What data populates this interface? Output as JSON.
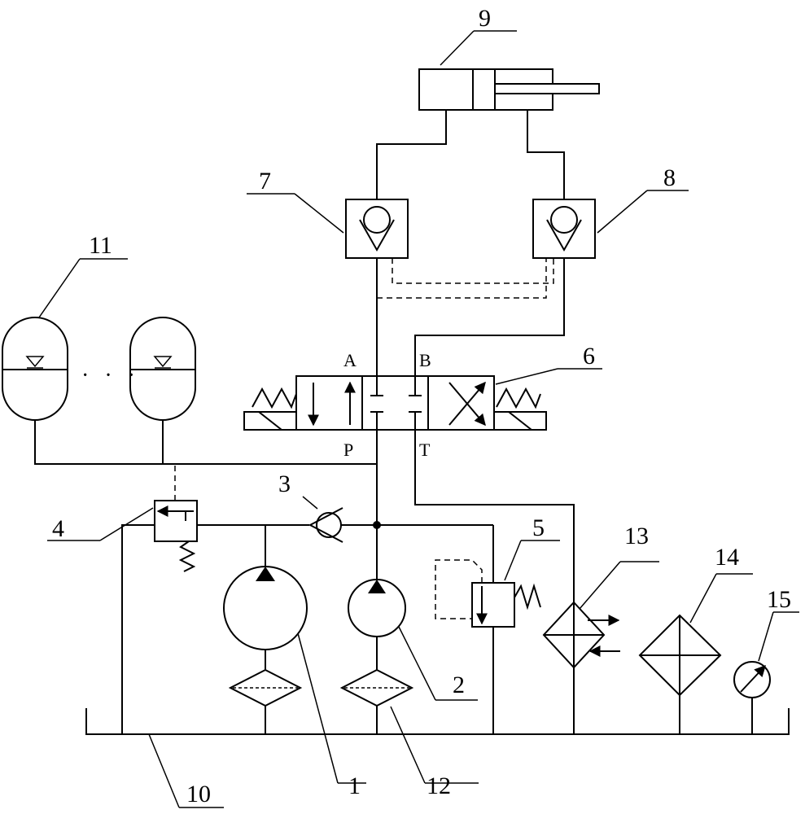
{
  "diagram": {
    "labels": {
      "pump_large": "1",
      "pump_small": "2",
      "check_valve": "3",
      "unloading_valve": "4",
      "relief_valve": "5",
      "directional_valve": "6",
      "pilot_check_valve_a": "7",
      "pilot_check_valve_b": "8",
      "cylinder": "9",
      "tank": "10",
      "accumulator": "11",
      "suction_filter": "12",
      "cooler": "13",
      "return_filter": "14",
      "gauge": "15"
    },
    "ports": {
      "a": "A",
      "b": "B",
      "p": "P",
      "t": "T"
    },
    "accumulator_ellipsis": "· · ·"
  }
}
